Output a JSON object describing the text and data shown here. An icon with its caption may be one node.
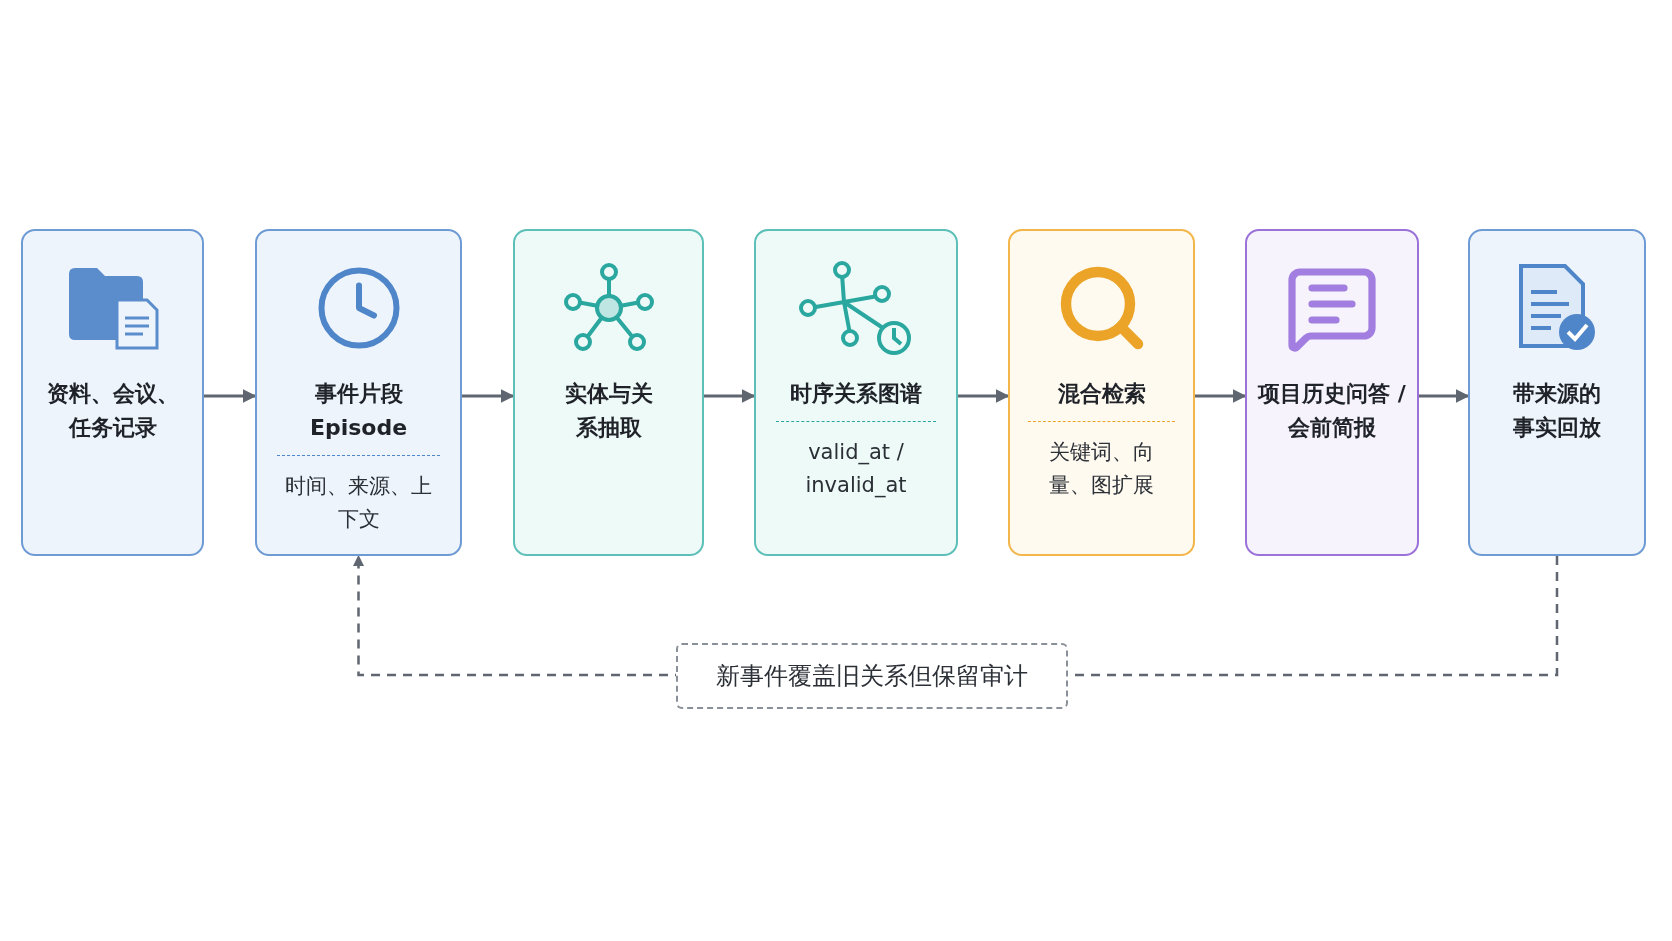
{
  "diagram": {
    "nodes": [
      {
        "text": [
          "资料、会议、任务记录"
        ]
      },
      {
        "text": [
          "事件片段 Episode",
          "时间、来源、上下文"
        ]
      },
      {
        "text": [
          "实体与关系抽取"
        ]
      },
      {
        "text": [
          "时序关系图谱",
          "valid_at / invalid_at"
        ]
      },
      {
        "text": [
          "混合检索",
          "关键词、向量、图扩展"
        ]
      },
      {
        "text": [
          "项目历史问答 / 会前简报"
        ]
      },
      {
        "text": [
          "带来源的事实回放"
        ]
      }
    ],
    "edges": [
      {
        "from": 0,
        "to": 1,
        "arrow": "to"
      },
      {
        "from": 1,
        "to": 2,
        "arrow": "to"
      },
      {
        "from": 2,
        "to": 3,
        "arrow": "to"
      },
      {
        "from": 3,
        "to": 4,
        "arrow": "to"
      },
      {
        "from": 4,
        "to": 5,
        "arrow": "to"
      },
      {
        "from": 5,
        "to": 6,
        "arrow": "to"
      },
      {
        "from": 6,
        "to": 1,
        "arrow": "to",
        "style": "dashed",
        "label": "新事件覆盖旧关系但保留审计"
      }
    ]
  }
}
